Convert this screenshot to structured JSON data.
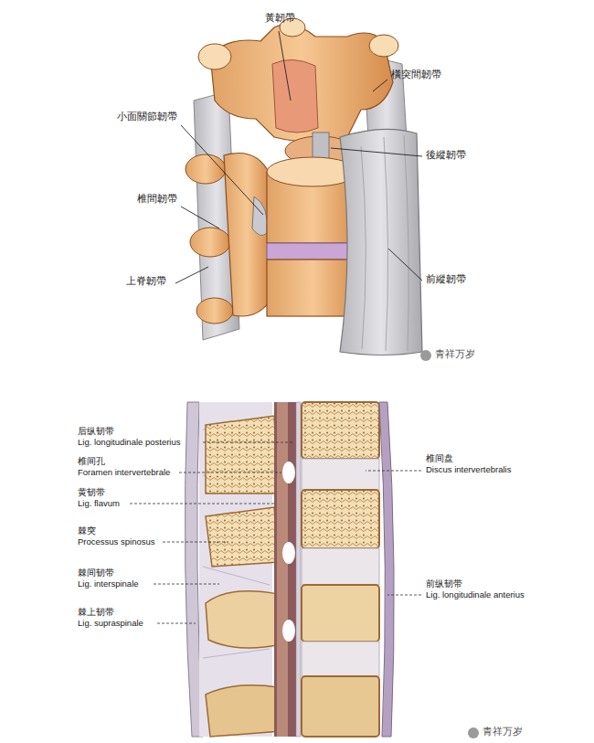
{
  "diagram": {
    "labels": [
      "黃韌帶",
      "橫突間韌帶",
      "小面關節韌帶",
      "後縱韌帶",
      "椎間韌帶",
      "上脊韌帶",
      "前縱韌帶",
      "青祥万岁",
      "后纵韧带",
      "Lig. longitudinale posterius",
      "椎间孔",
      "Foramen intervertebrale",
      "黄韧带",
      "Lig. flavum",
      "棘突",
      "Processus spinosus",
      "棘间韧带",
      "Lig. interspinale",
      "棘上韧带",
      "Lig. supraspinale",
      "椎间盘",
      "Discus intervertebralis",
      "前纵韧带",
      "Lig. longitudinale anterius",
      "青祥万岁"
    ]
  }
}
